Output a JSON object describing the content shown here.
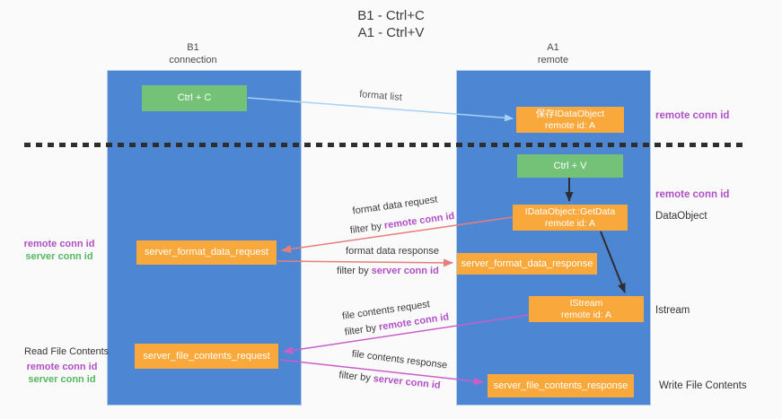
{
  "title": {
    "line1": "B1 - Ctrl+C",
    "line2": "A1 - Ctrl+V"
  },
  "lifelines": {
    "left": {
      "name": "B1",
      "role": "connection"
    },
    "right": {
      "name": "A1",
      "role": "remote"
    }
  },
  "boxes": {
    "ctrl_c": "Ctrl + C",
    "ctrl_v": "Ctrl + V",
    "save_dataobject": {
      "title": "保存IDataObject",
      "subtitle": "remote id: A"
    },
    "getdata": {
      "title": "IDataObject::GetData",
      "subtitle": "remote id: A"
    },
    "istream": {
      "title": "IStream",
      "subtitle": "remote id: A"
    },
    "server_format_data_request": "server_format_data_request",
    "server_format_data_response": "server_format_data_response",
    "server_file_contents_request": "server_file_contents_request",
    "server_file_contents_response": "server_file_contents_response"
  },
  "arrow_labels": {
    "format_list": "format list",
    "format_data_request": "format data request",
    "format_data_response": "format data response",
    "file_contents_request": "file contents request",
    "file_contents_response": "file contents response",
    "filter_by": "filter by",
    "remote_conn_id": "remote conn id",
    "server_conn_id": "server conn id"
  },
  "side_labels": {
    "remote_conn_id": "remote conn id",
    "server_conn_id": "server conn id",
    "dataobject": "DataObject",
    "istream": "Istream",
    "read_file_contents": "Read File Contents",
    "write_file_contents": "Write File Contents"
  },
  "colors": {
    "lifeline_blue": "#4d86d3",
    "box_green": "#74c278",
    "box_orange": "#f9a93c",
    "arrow_blue": "#a9d2f2",
    "arrow_salmon": "#e87d7d",
    "arrow_magenta": "#c95ec9",
    "arrow_black": "#2e2e2e",
    "text_purple": "#b14fc6",
    "text_green": "#53b85e"
  }
}
